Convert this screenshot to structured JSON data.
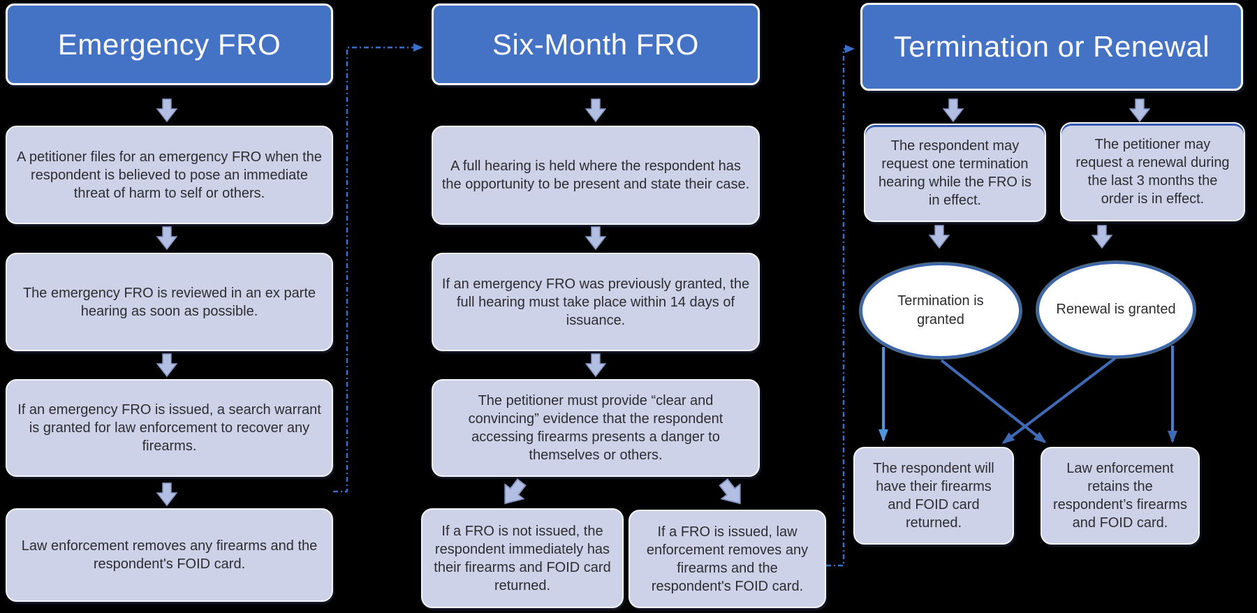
{
  "colors": {
    "header_bg": "#4472c4",
    "step_box_bg": "#cdd2e8",
    "block_arrow_fill": "#b3bfe2",
    "connector_dashed_blue": "#3a6fc7",
    "result_arrow_blue": "#3f6ab5",
    "result_arrow_light_blue": "#4f97dc",
    "ellipse_border": "#3a66b0",
    "background": "#000000"
  },
  "columns": {
    "emergency": {
      "title": "Emergency FRO",
      "steps": [
        "A petitioner files for an emergency FRO when the respondent is believed to pose an immediate threat of harm to self or others.",
        "The emergency FRO is reviewed in an ex parte hearing as soon as possible.",
        "If an emergency FRO is issued, a search warrant is granted for law enforcement to recover any firearms.",
        "Law enforcement removes any firearms and the respondent's FOID card."
      ]
    },
    "six_month": {
      "title": "Six-Month FRO",
      "steps": [
        "A full hearing is held where the respondent has the opportunity to be present and state their case.",
        "If an emergency FRO was previously granted, the full hearing must take place within 14 days of issuance.",
        "The petitioner must provide “clear and convincing” evidence that the respondent accessing firearms presents a danger to themselves or others."
      ],
      "outcome_not_issued": "If a FRO is not issued, the respondent immediately has their firearms and FOID card returned.",
      "outcome_issued": "If a FRO is issued, law enforcement removes any firearms and the respondent's FOID card."
    },
    "termination_renewal": {
      "title": "Termination or Renewal",
      "termination_request": "The respondent may request one termination hearing while the FRO is in effect.",
      "renewal_request": "The petitioner may request a renewal during the last 3 months the order is in effect.",
      "termination_granted": "Termination is granted",
      "renewal_granted": "Renewal is granted",
      "outcome_returned": "The respondent will have their firearms and FOID card returned.",
      "outcome_retained": "Law enforcement retains the respondent’s firearms and FOID card."
    }
  }
}
